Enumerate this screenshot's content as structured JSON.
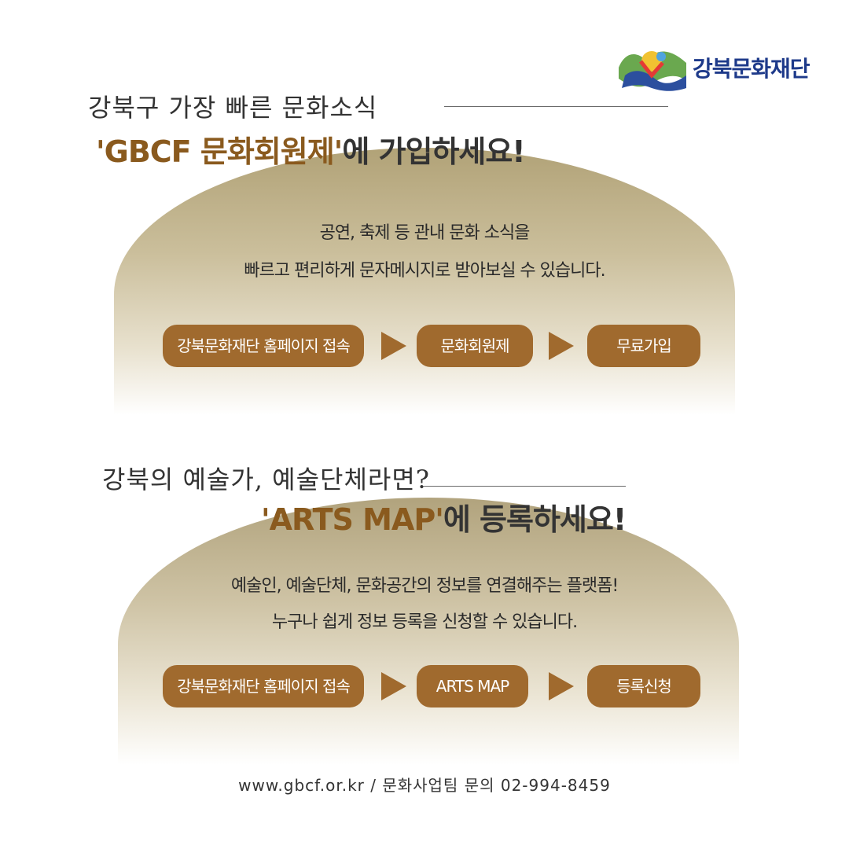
{
  "brand": {
    "name": "강북문화재단",
    "text_color": "#1e3a8a",
    "logo_icon": "mountain-logo-icon"
  },
  "section1": {
    "tagline": "강북구 가장 빠른 문화소식",
    "headline_highlight": "'GBCF 문화회원제'",
    "headline_rest": "에 가입하세요!",
    "desc_line1": "공연, 축제 등 관내 문화 소식을",
    "desc_line2": "빠르고 편리하게 문자메시지로 받아보실 수 있습니다.",
    "steps": [
      "강북문화재단 홈페이지 접속",
      "문화회원제",
      "무료가입"
    ]
  },
  "section2": {
    "tagline": "강북의 예술가, 예술단체라면?",
    "headline_highlight": "'ARTS MAP'",
    "headline_rest": "에 등록하세요!",
    "desc_line1": "예술인, 예술단체, 문화공간의 정보를 연결해주는 플랫폼!",
    "desc_line2": "누구나 쉽게 정보 등록을 신청할 수 있습니다.",
    "steps": [
      "강북문화재단 홈페이지 접속",
      "ARTS MAP",
      "등록신청"
    ]
  },
  "footer": {
    "text": "www.gbcf.or.kr  /  문화사업팀 문의 02-994-8459"
  },
  "colors": {
    "accent_brown": "#a06a2e",
    "headline_brown": "#8a5a1e",
    "dome_top": "#b1a277"
  }
}
